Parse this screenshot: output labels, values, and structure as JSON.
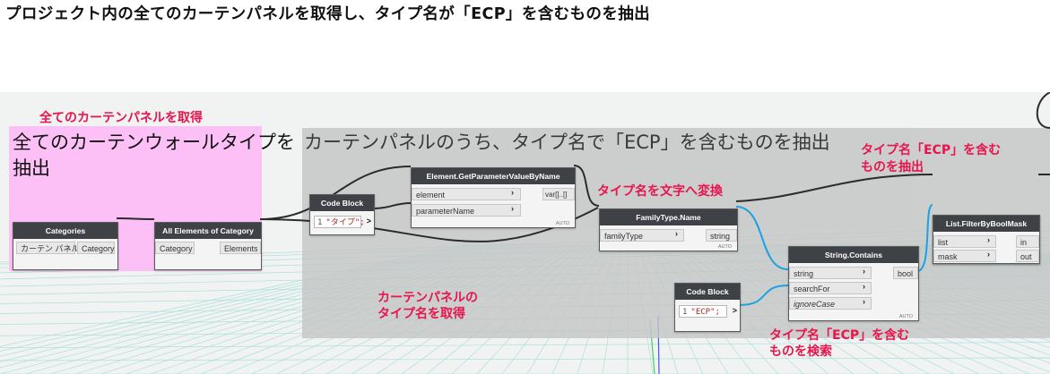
{
  "page_title": "プロジェクト内の全てのカーテンパネルを取得し、タイプ名が「ECP」を含むものを抽出",
  "groups": {
    "pink": {
      "title_line1": "全てのカーテンウォールタイプを",
      "title_line2": "抽出"
    },
    "gray": {
      "title": "カーテンパネルのうち、タイプ名で「ECP」を含むものを抽出"
    }
  },
  "nodes": {
    "categories": {
      "title": "Categories",
      "dropdown_value": "カーテン パネル",
      "output": "Category"
    },
    "all_elements": {
      "title": "All Elements of Category",
      "input": "Category",
      "output": "Elements"
    },
    "code_block_1": {
      "title": "Code Block",
      "line_no": "1",
      "code": "\"タイプ\";",
      "output": ">"
    },
    "get_param": {
      "title": "Element.GetParameterValueByName",
      "input_element": "element",
      "input_param": "parameterName",
      "output": "var[]..[]",
      "footer": "AUTO"
    },
    "family_type_name": {
      "title": "FamilyType.Name",
      "input": "familyType",
      "output": "string",
      "footer": "AUTO"
    },
    "string_contains": {
      "title": "String.Contains",
      "input_string": "string",
      "input_search": "searchFor",
      "input_ignore": "ignoreCase",
      "output": "bool",
      "footer": "AUTO"
    },
    "code_block_2": {
      "title": "Code Block",
      "line_no": "1",
      "code": "\"ECP\";",
      "output": ">"
    },
    "filter": {
      "title": "List.FilterByBoolMask",
      "input_list": "list",
      "input_mask": "mask",
      "output_in": "in",
      "output_out": "out"
    }
  },
  "annotations": {
    "get_all_panels": "全てのカーテンパネルを取得",
    "get_type_name_line1": "カーテンパネルの",
    "get_type_name_line2": "タイプ名を取得",
    "type_to_string": "タイプ名を文字へ変換",
    "extract_line1": "タイプ名「ECP」を含む",
    "extract_line2": "ものを抽出",
    "search_line1": "タイプ名「ECP」を含む",
    "search_line2": "ものを検索"
  },
  "colors": {
    "group_pink": "#fcc0f6",
    "group_gray": "#c4c6c6",
    "annotation": "#e8154d",
    "wire_dark": "#2b2b2b",
    "wire_blue": "#1da1e2",
    "node_header": "#3e4145",
    "grid_line": "#9fded8"
  }
}
